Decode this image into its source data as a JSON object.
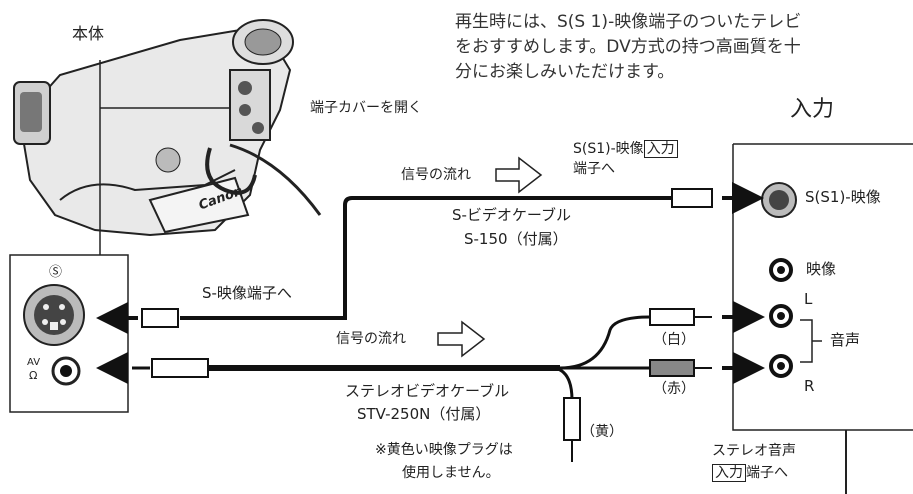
{
  "intro": {
    "line1": "再生時には、S(S 1)-映像端子のついたテレビ",
    "line2": "をおすすめします。DV方式の持つ高画質を十",
    "line3": "分にお楽しみいただけます。"
  },
  "camera": {
    "label": "本体",
    "brand": "Canon"
  },
  "terminal_cover": "端子カバーを開く",
  "input_title": "入力",
  "signal_flow": "信号の流れ",
  "s_input_to_line1": "S(S1)-映像",
  "s_input_boxed": "入力",
  "s_input_to_line2": "端子へ",
  "s_cable_line1": "S-ビデオケーブル",
  "s_cable_line2": "S-150（付属）",
  "s_video_terminal": "S-映像端子へ",
  "ports": {
    "s_video": "S(S1)-映像",
    "video": "映像",
    "left": "L",
    "right": "R",
    "audio": "音声"
  },
  "plugs": {
    "white": "（白）",
    "red": "（赤）",
    "yellow": "（黄）"
  },
  "stereo_cable_line1": "ステレオビデオケーブル",
  "stereo_cable_line2": "STV-250N（付属）",
  "yellow_note_line1": "※黄色い映像プラグは",
  "yellow_note_line2": "使用しません。",
  "stereo_input_line1": "ステレオ音声",
  "stereo_input_boxed": "入力",
  "stereo_input_line2": "端子へ",
  "panel_symbols": {
    "s_mark": "Ⓢ",
    "av": "AV"
  }
}
